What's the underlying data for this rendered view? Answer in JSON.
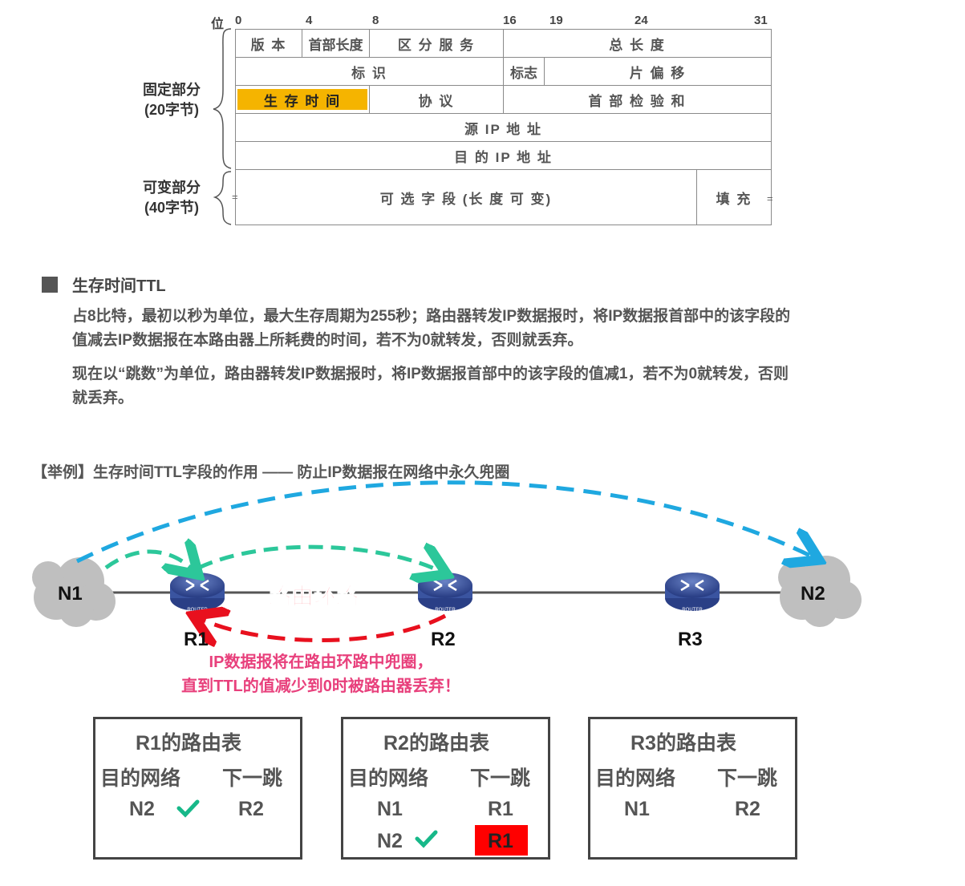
{
  "header": {
    "bit_label": "位",
    "bits": [
      "0",
      "4",
      "8",
      "16",
      "19",
      "24",
      "31"
    ]
  },
  "fields": {
    "version": "版 本",
    "ihl": "首部长度",
    "dscp": "区 分 服 务",
    "total_length": "总  长  度",
    "identification": "标    识",
    "flags": "标志",
    "fragment_offset": "片 偏 移",
    "ttl": "生 存 时 间",
    "protocol": "协      议",
    "checksum": "首 部 检 验 和",
    "src_ip": "源 IP 地 址",
    "dst_ip": "目 的 IP 地 址",
    "options": "可 选 字 段 (长 度 可 变)",
    "padding": "填 充"
  },
  "side_labels": {
    "fixed_line1": "固定部分",
    "fixed_line2": "(20字节)",
    "variable_line1": "可变部分",
    "variable_line2": "(40字节)"
  },
  "section": {
    "title": "生存时间TTL",
    "para1": "占8比特，最初以秒为单位，最大生存周期为255秒；路由器转发IP数据报时，将IP数据报首部中的该字段的值减去IP数据报在本路由器上所耗费的时间，若不为0就转发，否则就丢弃。",
    "para2": "现在以“跳数”为单位，路由器转发IP数据报时，将IP数据报首部中的该字段的值减1，若不为0就转发，否则就丢弃。"
  },
  "example": {
    "title": "【举例】生存时间TTL字段的作用 —— 防止IP数据报在网络中永久兜圈",
    "loop_label": "路由环路",
    "note_line1": "IP数据报将在路由环路中兜圈，",
    "note_line2": "直到TTL的值减少到0时被路由器丢弃！",
    "router_badge": "ROUTER",
    "nodes": {
      "n1": "N1",
      "n2": "N2",
      "r1": "R1",
      "r2": "R2",
      "r3": "R3"
    }
  },
  "tables": [
    {
      "title": "R1的路由表",
      "col1": "目的网络",
      "col2": "下一跳",
      "rows": [
        {
          "dest": "N2",
          "next": "R2"
        }
      ]
    },
    {
      "title": "R2的路由表",
      "col1": "目的网络",
      "col2": "下一跳",
      "rows": [
        {
          "dest": "N1",
          "next": "R1"
        },
        {
          "dest": "N2",
          "next": "R1"
        }
      ]
    },
    {
      "title": "R3的路由表",
      "col1": "目的网络",
      "col2": "下一跳",
      "rows": [
        {
          "dest": "N1",
          "next": "R2"
        }
      ]
    }
  ],
  "colors": {
    "ttl_highlight": "#f5b400",
    "blue_arrow": "#1fa8e0",
    "green_arrow": "#2cc79a",
    "red_arrow": "#e8101e",
    "loop_text": "#ff3b4a",
    "note_text": "#e8407c",
    "check": "#17b889",
    "wrong_next_hop": "#ff0000"
  }
}
